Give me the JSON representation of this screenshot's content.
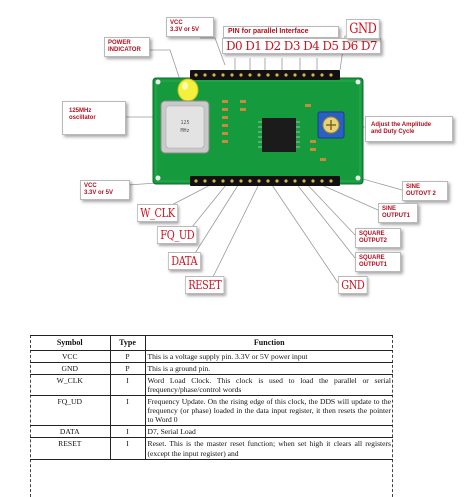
{
  "figure": {
    "power_indicator": [
      "POWER",
      "INDICATOR"
    ],
    "vcc_top": [
      "VCC",
      "3.3V or 5V"
    ],
    "parallel_header": "PIN for parallel Interface",
    "parallel_pins": "D0 D1 D2 D3 D4 D5 D6 D7",
    "gnd_top": "GND",
    "oscillator": [
      "125MHz",
      "oscillator"
    ],
    "adjust": [
      "Adjust the Amplitude",
      "and Duty Cycle"
    ],
    "vcc_left": [
      "VCC",
      "3.3V or 5V"
    ],
    "w_clk": "W_CLK",
    "fq_ud": "FQ_UD",
    "data": "DATA",
    "reset": "RESET",
    "gnd_bottom": "GND",
    "sine2": [
      "SINE",
      "OUTOVT 2"
    ],
    "sine1": [
      "SINE",
      "OUTPUT1"
    ],
    "square2": [
      "SQUARE",
      "OUTPUT2"
    ],
    "square1": [
      "SQUARE",
      "OUTPUT1"
    ]
  },
  "table": {
    "headers": [
      "Symbol",
      "Type",
      "Function"
    ],
    "rows": [
      {
        "symbol": "VCC",
        "type": "P",
        "function": "This is a voltage supply pin. 3.3V or 5V power input"
      },
      {
        "symbol": "GND",
        "type": "P",
        "function": "This is a ground pin."
      },
      {
        "symbol": "W_CLK",
        "type": "I",
        "function": "Word Load Clock. This clock is used to load the parallel or serial frequency/phase/control words"
      },
      {
        "symbol": "FQ_UD",
        "type": "I",
        "function": "Frequency Update. On the rising edge of this clock, the DDS will update to the frequency (or phase) loaded in the data input register, it then resets the pointer to Word 0"
      },
      {
        "symbol": "DATA",
        "type": "I",
        "function": "D7, Serial Load"
      },
      {
        "symbol": "RESET",
        "type": "I",
        "function": "Reset. This is the master reset function; when set high it clears all registers (except the input register) and"
      }
    ]
  },
  "colors": {
    "board": "#169a3e",
    "callout_text": "#b01020",
    "pin_label_text": "#c8141e",
    "led": "#f5f03c",
    "potentiometer": "#2a5fc4"
  }
}
